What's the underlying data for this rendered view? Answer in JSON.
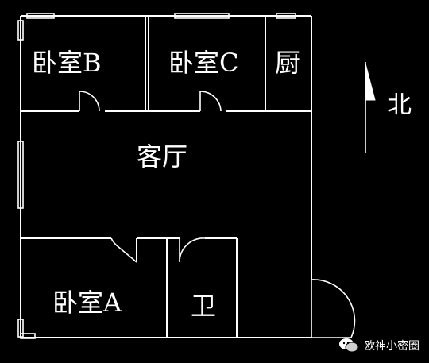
{
  "rooms": {
    "bedroom_b": "卧室B",
    "bedroom_c": "卧室C",
    "kitchen": "厨",
    "living_room": "客厅",
    "bedroom_a": "卧室A",
    "bathroom": "卫"
  },
  "north_label": "北",
  "watermark": "欧神小密圈",
  "colors": {
    "background": "#000000",
    "lines": "#ffffff"
  }
}
